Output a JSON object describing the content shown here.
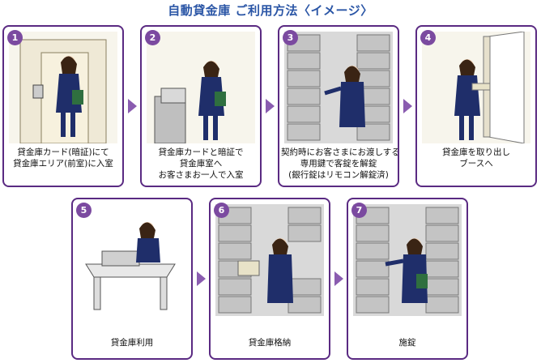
{
  "title": "自動貸金庫 ご利用方法〈イメージ〉",
  "accent_color": "#5a2a82",
  "steps": [
    {
      "num": "1",
      "lines": [
        "貸金庫カード(暗証)にて",
        "貸金庫エリア(前室)に入室"
      ],
      "icon": "person-entering-door-icon"
    },
    {
      "num": "2",
      "lines": [
        "貸金庫カードと暗証で",
        "貸金庫室へ",
        "お客さまお一人で入室"
      ],
      "icon": "person-at-terminal-icon"
    },
    {
      "num": "3",
      "lines": [
        "契約時にお客さまにお渡しする",
        "専用鍵で客錠を解錠",
        "(銀行錠はリモコン解錠済)"
      ],
      "icon": "person-unlocking-box-icon"
    },
    {
      "num": "4",
      "lines": [
        "貸金庫を取り出し",
        "ブースへ"
      ],
      "icon": "person-carrying-box-icon"
    },
    {
      "num": "5",
      "lines": [
        "貸金庫利用"
      ],
      "icon": "person-at-booth-icon"
    },
    {
      "num": "6",
      "lines": [
        "貸金庫格納"
      ],
      "icon": "person-storing-box-icon"
    },
    {
      "num": "7",
      "lines": [
        "施錠"
      ],
      "icon": "person-locking-box-icon"
    }
  ]
}
